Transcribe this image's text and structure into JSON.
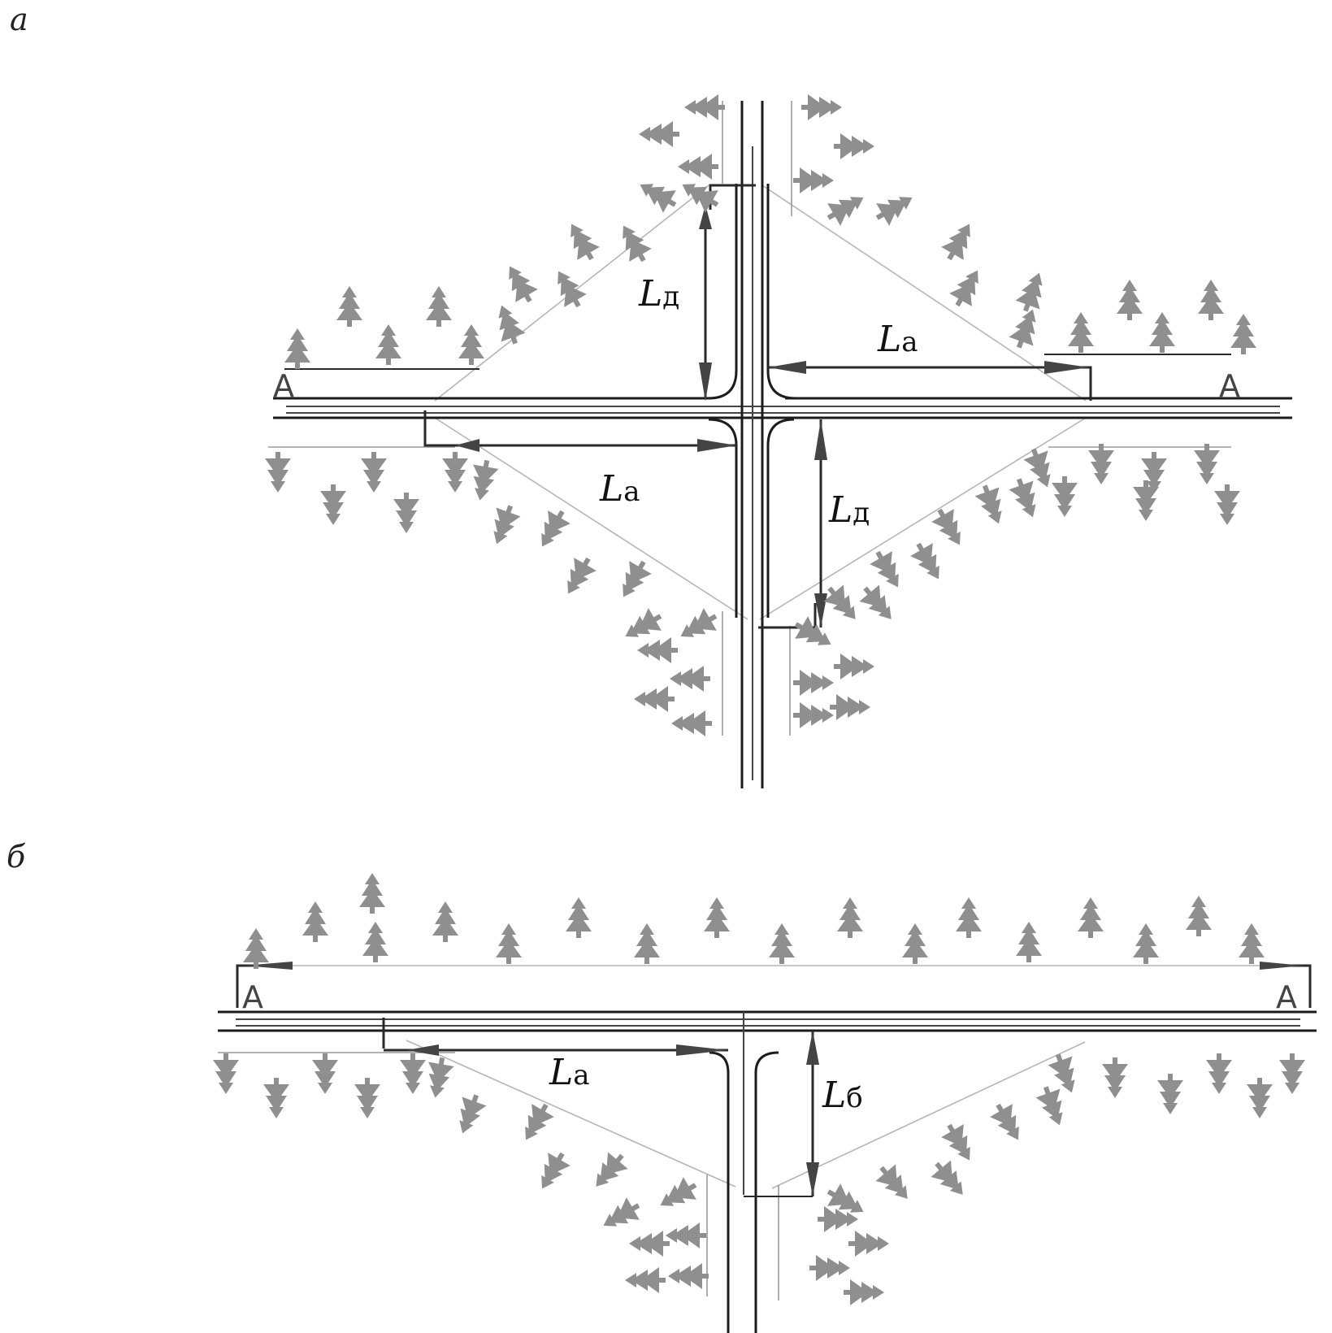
{
  "panels": {
    "a": {
      "label": "а"
    },
    "b": {
      "label": "б"
    }
  },
  "labels": {
    "section_marker": "A",
    "approach_symbol": "L",
    "approach_sub": "а",
    "minor_symbol": "L",
    "minor_sub": "д",
    "stop_symbol": "L",
    "stop_sub": "б"
  },
  "colors": {
    "road": "#1c1c1c",
    "tree": "#8f8f8f",
    "sight_line": "#b5b5b5"
  }
}
